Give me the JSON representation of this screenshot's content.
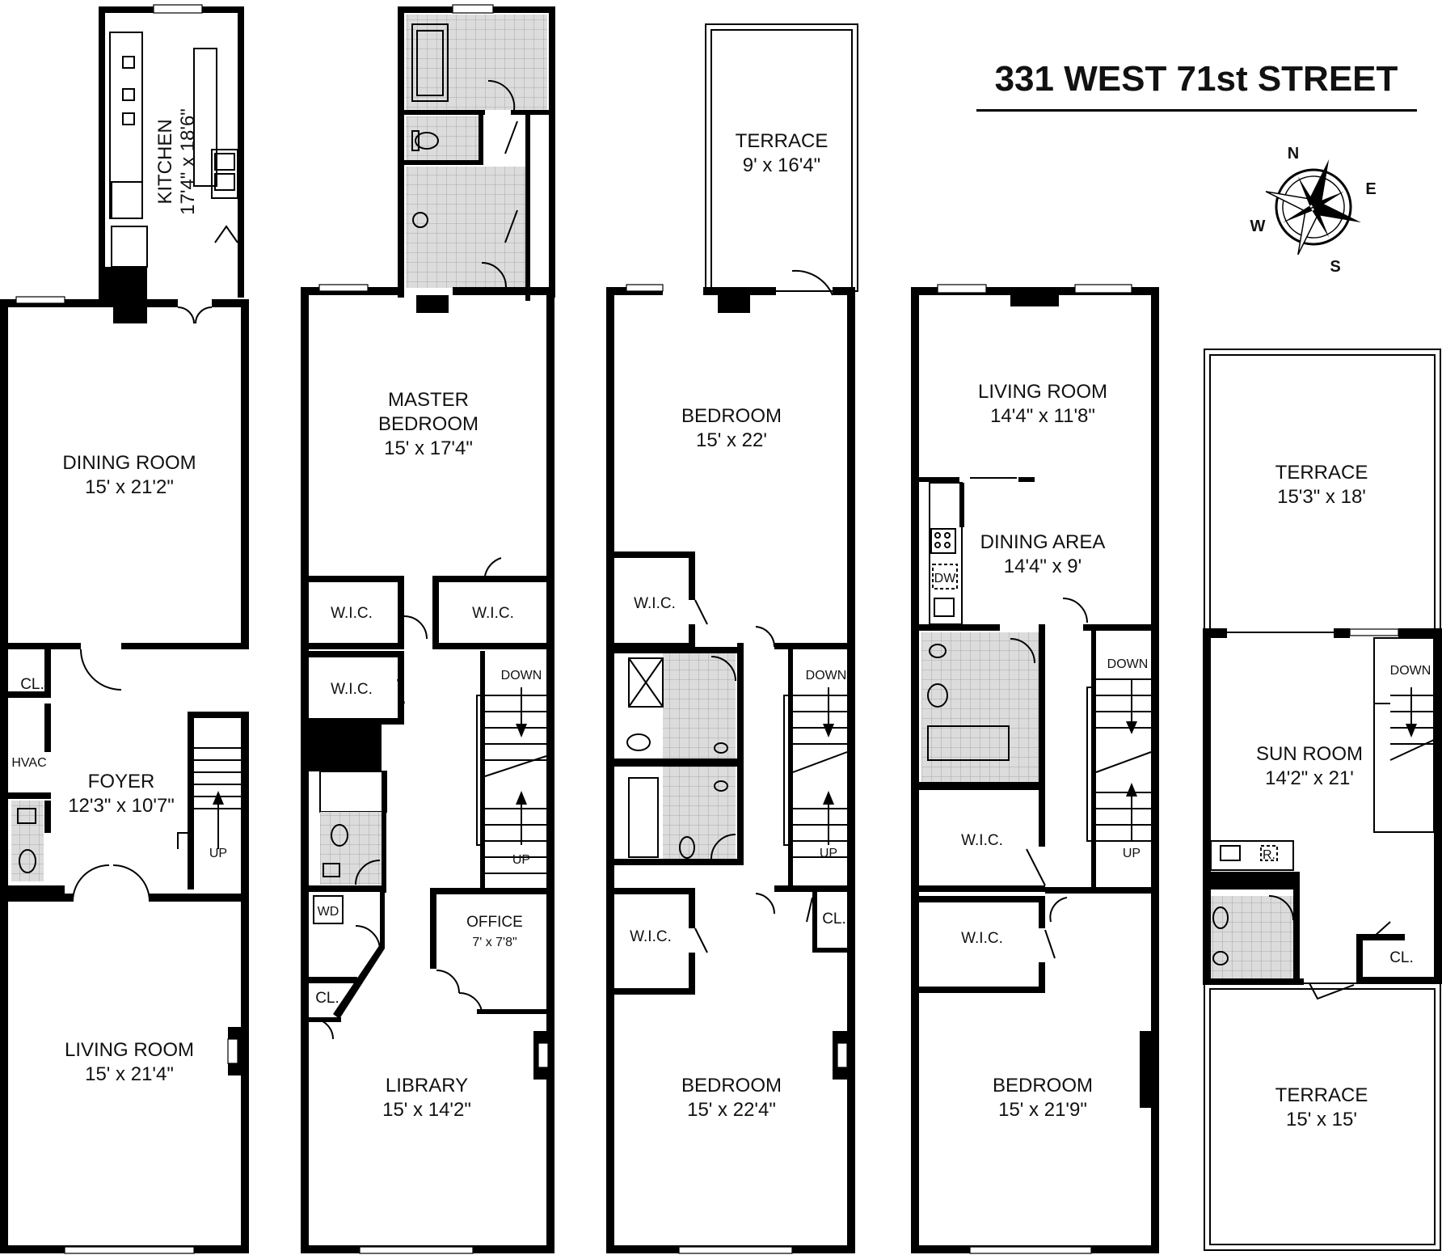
{
  "title": "331 WEST 71st STREET",
  "colors": {
    "wall": "#000000",
    "tile": "#d9d9d9",
    "background": "#ffffff"
  },
  "compass": {
    "north": "N",
    "east": "E",
    "south": "S",
    "west": "W",
    "icon": "compass-rose-icon"
  },
  "floor1": {
    "kitchen": {
      "name": "KITCHEN",
      "dims": "17'4\" x 18'6\""
    },
    "dining": {
      "name": "DINING ROOM",
      "dims": "15' x 21'2\""
    },
    "closet": "CL.",
    "hvac": "HVAC",
    "foyer": {
      "name": "FOYER",
      "dims": "12'3\" x 10'7\""
    },
    "up": "UP",
    "living": {
      "name": "LIVING ROOM",
      "dims": "15' x 21'4\""
    }
  },
  "floor2": {
    "master_l1": "MASTER",
    "master_l2": "BEDROOM",
    "master_dims": "15' x 17'4\"",
    "wic_a": "W.I.C.",
    "wic_b": "W.I.C.",
    "wic_c": "W.I.C.",
    "down": "DOWN",
    "up": "UP",
    "wd": "WD",
    "closet": "CL.",
    "office": {
      "name": "OFFICE",
      "dims": "7' x 7'8\""
    },
    "library": {
      "name": "LIBRARY",
      "dims": "15' x 14'2\""
    }
  },
  "floor3": {
    "terrace": {
      "name": "TERRACE",
      "dims": "9' x 16'4\""
    },
    "bedroom_a": {
      "name": "BEDROOM",
      "dims": "15' x 22'"
    },
    "wic_a": "W.I.C.",
    "down": "DOWN",
    "up": "UP",
    "wic_b": "W.I.C.",
    "closet": "CL.",
    "bedroom_b": {
      "name": "BEDROOM",
      "dims": "15' x 22'4\""
    }
  },
  "floor4": {
    "living": {
      "name": "LIVING ROOM",
      "dims": "14'4\" x 11'8\""
    },
    "dining_area": {
      "name": "DINING AREA",
      "dims": "14'4\" x 9'"
    },
    "dw": "DW",
    "down": "DOWN",
    "up": "UP",
    "wic_a": "W.I.C.",
    "wic_b": "W.I.C.",
    "bedroom": {
      "name": "BEDROOM",
      "dims": "15' x 21'9\""
    }
  },
  "floor5": {
    "terrace_top": {
      "name": "TERRACE",
      "dims": "15'3\" x 18'"
    },
    "sun_room": {
      "name": "SUN ROOM",
      "dims": "14'2\" x 21'"
    },
    "down": "DOWN",
    "r": "R.",
    "closet": "CL.",
    "terrace_bottom": {
      "name": "TERRACE",
      "dims": "15' x 15'"
    }
  }
}
